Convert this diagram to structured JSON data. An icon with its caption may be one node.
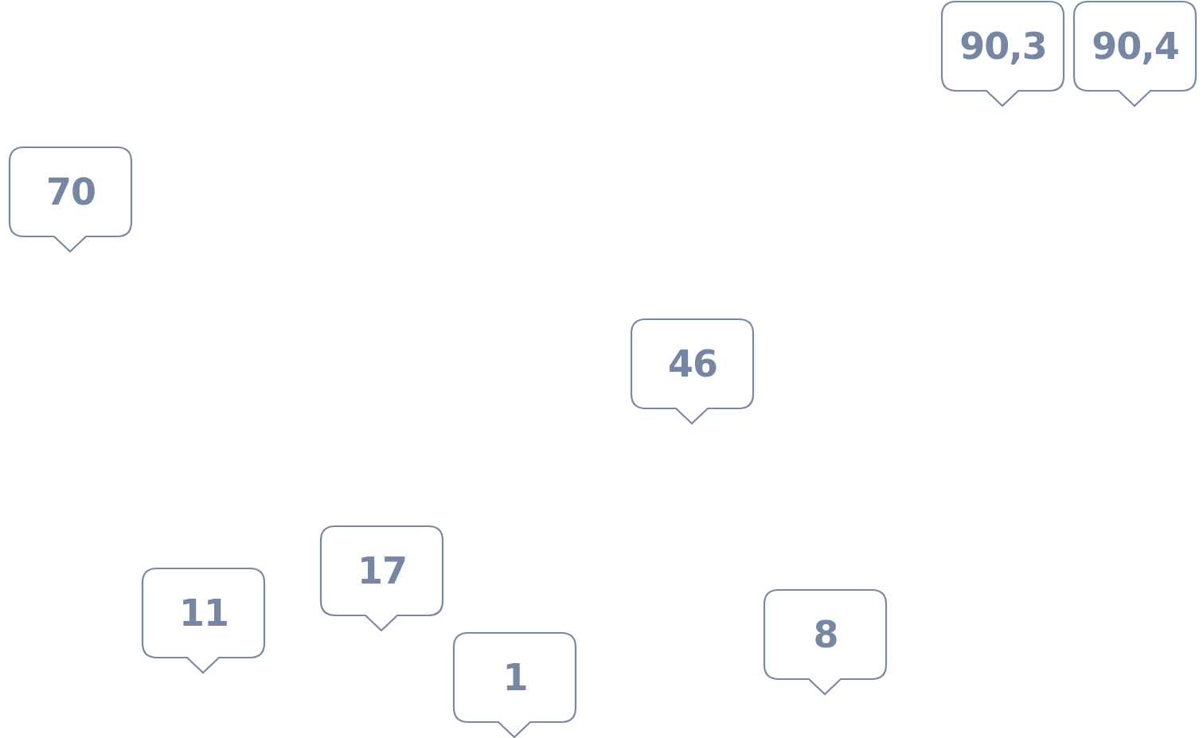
{
  "diagram": {
    "nodes": [
      {
        "text": [
          "90,3"
        ]
      },
      {
        "text": [
          "90,4"
        ]
      },
      {
        "text": [
          "70"
        ]
      },
      {
        "text": [
          "46"
        ]
      },
      {
        "text": [
          "17"
        ]
      },
      {
        "text": [
          "11"
        ]
      },
      {
        "text": [
          "8"
        ]
      },
      {
        "text": [
          "1"
        ]
      }
    ]
  }
}
